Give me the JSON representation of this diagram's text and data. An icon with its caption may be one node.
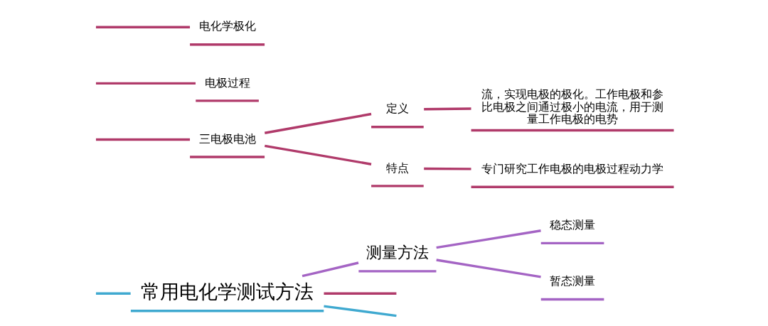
{
  "diagram": {
    "nodes": [
      {
        "text": [
          "常用电化学测试方法"
        ]
      },
      {
        "text": [
          "三电极电池"
        ]
      },
      {
        "text": [
          "定义"
        ]
      },
      {
        "text": [
          "流，实现电极的极化。工作电极和参比电极之间通过极小的电流，用于测量工作电极的电势"
        ]
      },
      {
        "text": [
          "特点"
        ]
      },
      {
        "text": [
          "专门研究工作电极的电极过程动力学"
        ]
      },
      {
        "text": [
          "电极过程"
        ]
      },
      {
        "text": [
          "电化学极化"
        ]
      },
      {
        "text": [
          "测量方法"
        ]
      },
      {
        "text": [
          "稳态测量"
        ]
      },
      {
        "text": [
          "暂态测量"
        ]
      }
    ],
    "edges": [
      {
        "from": null,
        "to": 0,
        "arrow": "none",
        "color": "#3fa9d0"
      },
      {
        "from": 0,
        "to": null,
        "arrow": "none"
      },
      {
        "from": null,
        "to": 1,
        "arrow": "none"
      },
      {
        "from": 1,
        "to": 2,
        "arrow": "none"
      },
      {
        "from": 2,
        "to": 3,
        "arrow": "none"
      },
      {
        "from": 1,
        "to": 4,
        "arrow": "none"
      },
      {
        "from": 4,
        "to": 5,
        "arrow": "none"
      },
      {
        "from": null,
        "to": 6,
        "arrow": "none"
      },
      {
        "from": null,
        "to": 7,
        "arrow": "none"
      },
      {
        "from": 0,
        "to": 8,
        "arrow": "none",
        "color": "#a464c4"
      },
      {
        "from": 8,
        "to": 9,
        "arrow": "none",
        "color": "#a464c4"
      },
      {
        "from": 8,
        "to": 10,
        "arrow": "none",
        "color": "#a464c4"
      },
      {
        "from": 0,
        "to": null,
        "arrow": "none",
        "color": "#3fa9d0"
      }
    ]
  }
}
